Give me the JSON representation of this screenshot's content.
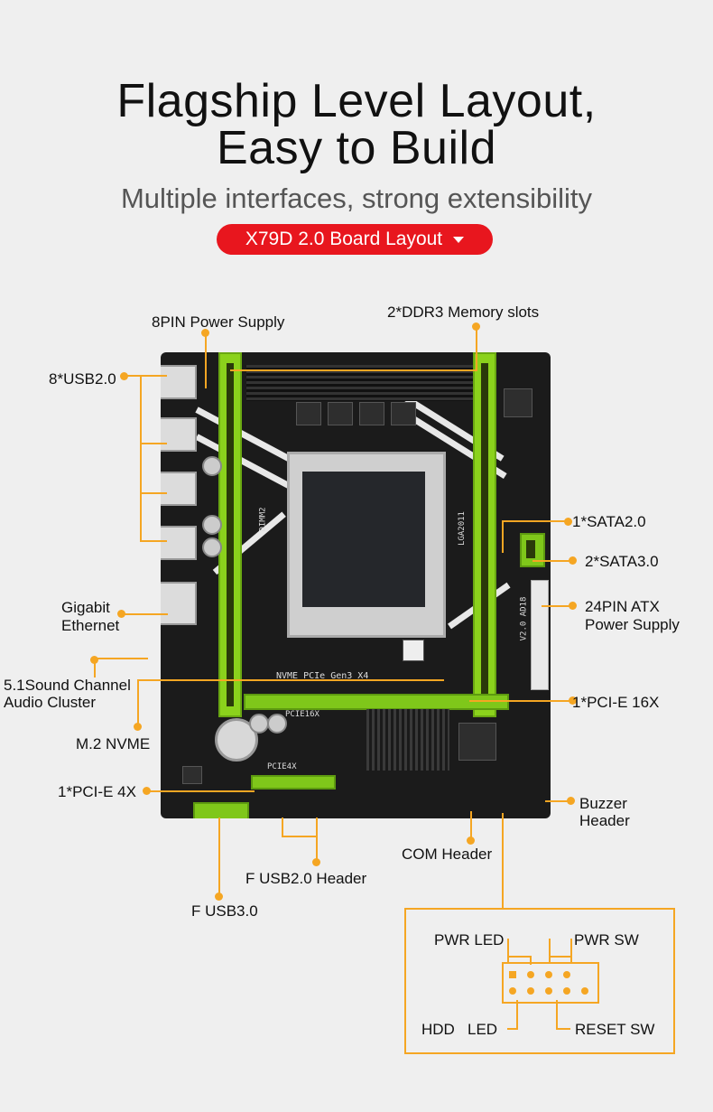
{
  "header": {
    "title_line1": "Flagship Level Layout,",
    "title_line2": "Easy to Build",
    "subtitle": "Multiple interfaces, strong extensibility",
    "badge": "X79D 2.0 Board Layout"
  },
  "labels": {
    "power8": "8PIN Power Supply",
    "ddr3": "2*DDR3 Memory slots",
    "usb2": "8*USB2.0",
    "sata2": "1*SATA2.0",
    "sata3": "2*SATA3.0",
    "atx24_line1": "24PIN ATX",
    "atx24_line2": "Power Supply",
    "ethernet_line1": "Gigabit",
    "ethernet_line2": "Ethernet",
    "audio_line1": "5.1Sound Channel",
    "audio_line2": "Audio Cluster",
    "pcie16": "1*PCI-E 16X",
    "m2": "M.2 NVME",
    "pcie4": "1*PCI-E 4X",
    "buzzer_line1": "Buzzer",
    "buzzer_line2": "Header",
    "com": "COM Header",
    "fusb2": "F USB2.0 Header",
    "fusb3": "F USB3.0"
  },
  "board_text": {
    "dimm": "DIMM2",
    "lga": "LGA2011",
    "nvme": "NVME PCIe Gen3 X4",
    "pcie16": "PCIE16X",
    "pcie4": "PCIE4X",
    "ver": "V2.0 AD18"
  },
  "front_panel": {
    "pwr_led": "PWR LED",
    "pwr_sw": "PWR SW",
    "hdd_led": "HDD   LED",
    "reset_sw": "RESET SW"
  },
  "colors": {
    "accent": "#f5a623",
    "badge": "#e8161e",
    "slot_green": "#8bd21c"
  }
}
